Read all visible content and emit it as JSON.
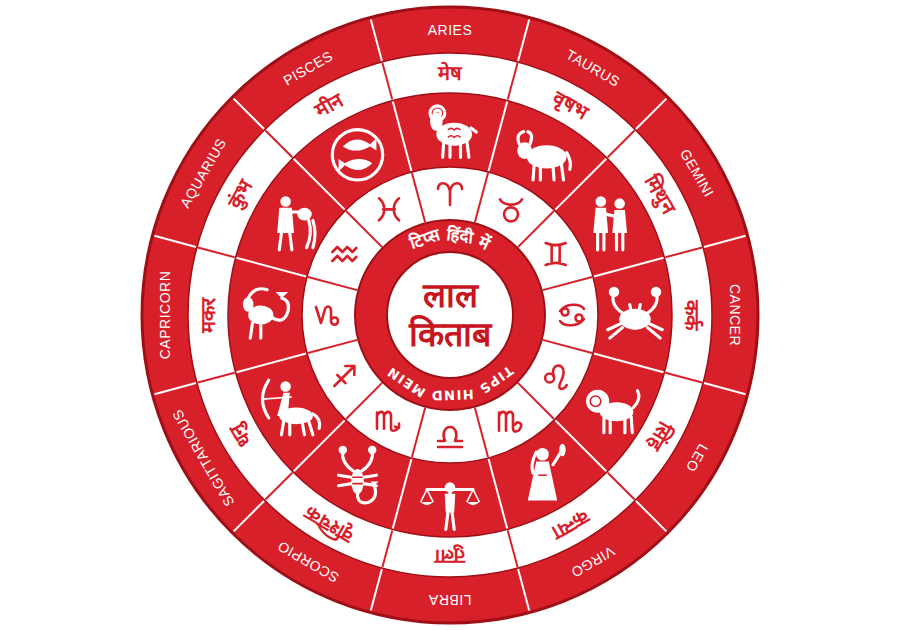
{
  "diagram": {
    "nodes": [
      {
        "text": [
          "टिप्स हिंदी में",
          "TIPS HIND MEIN"
        ]
      },
      {
        "text": [
          "लाल किताब"
        ],
        "in": 0
      }
    ],
    "labels": [
      "ARIES",
      "मेष",
      "TAURUS",
      "वृषभ",
      "GEMINI",
      "मिथुन",
      "CANCER",
      "कर्क",
      "LEO",
      "सिंह",
      "VIRGO",
      "कन्या",
      "LIBRA",
      "तुला",
      "SCORPIO",
      "वृश्चिक",
      "SAGITTARIOUS",
      "धनु",
      "CAPRICORN",
      "मकर",
      "AQUARIUS",
      "कुंभ",
      "PISCES",
      "मीन"
    ]
  }
}
